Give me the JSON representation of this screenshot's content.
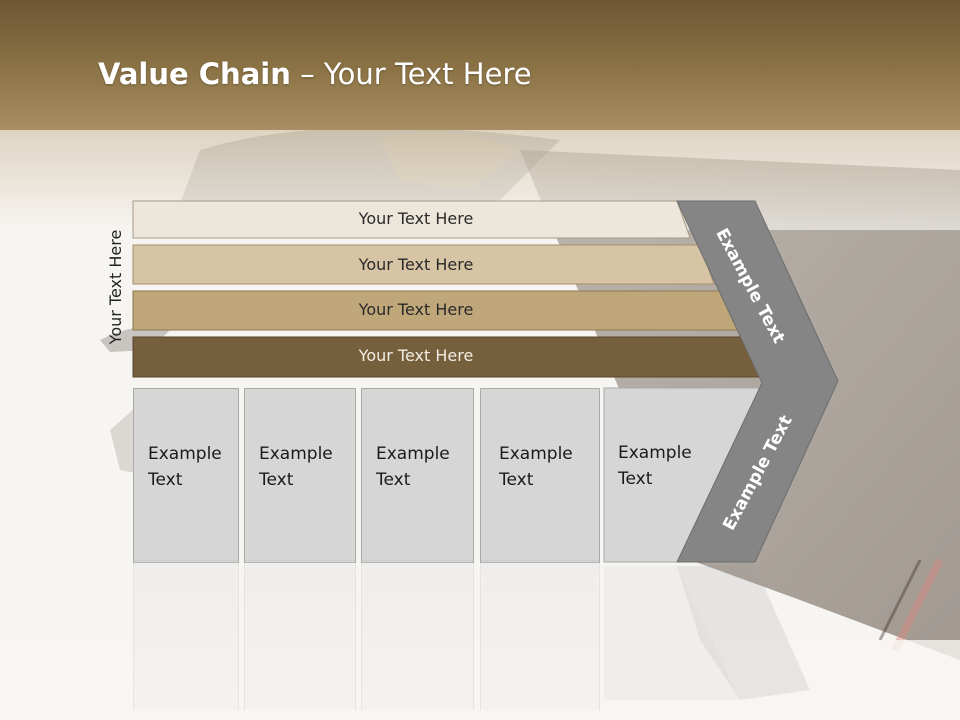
{
  "title": {
    "bold": "Value Chain",
    "rest": " – Your Text Here"
  },
  "side_label": "Your Text Here",
  "rows": [
    {
      "label": "Your Text Here",
      "fill": "#ece6db",
      "text_color": "#2a2a2a"
    },
    {
      "label": "Your Text Here",
      "fill": "#d6c4a4",
      "text_color": "#2a2a2a"
    },
    {
      "label": "Your Text Here",
      "fill": "#c0a77a",
      "text_color": "#2a2a2a"
    },
    {
      "label": "Your Text Here",
      "fill": "#765f3d",
      "text_color": "#f2ede3"
    }
  ],
  "boxes": [
    {
      "line1": "Example",
      "line2": "Text"
    },
    {
      "line1": "Example",
      "line2": "Text"
    },
    {
      "line1": "Example",
      "line2": "Text"
    },
    {
      "line1": "Example",
      "line2": "Text"
    },
    {
      "line1": "Example",
      "line2": "Text"
    }
  ],
  "chevron": {
    "upper_text": "Example Text",
    "lower_text": "Example Text",
    "color": "#858585"
  },
  "colors": {
    "header_band": "#7a6540",
    "box_fill": "#d6d6d6"
  }
}
